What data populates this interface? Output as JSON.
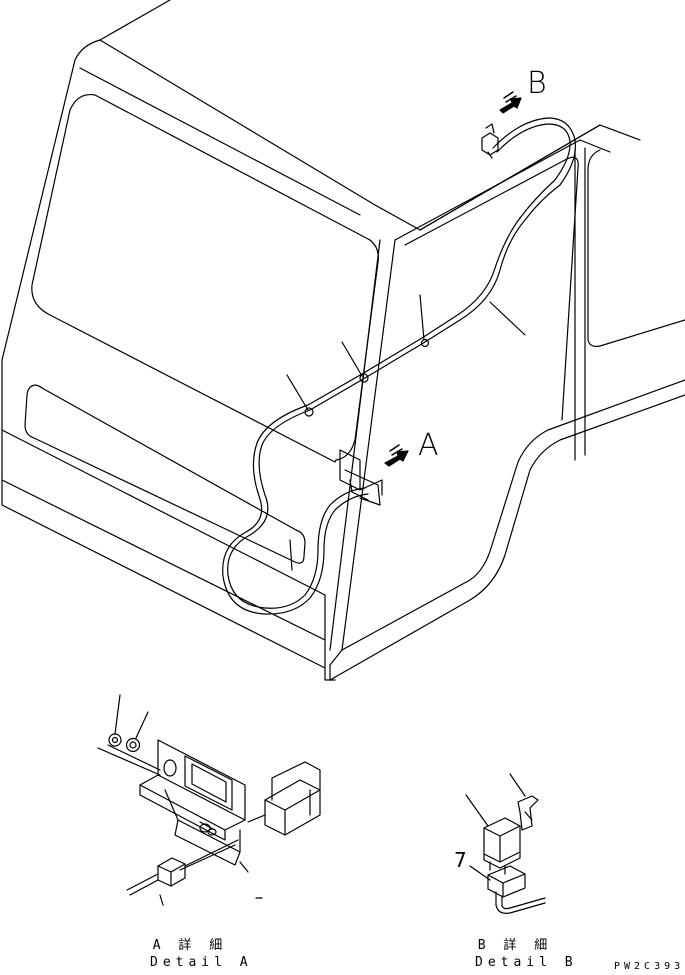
{
  "callouts": {
    "view_a": "A",
    "view_b": "B",
    "part_7": "7"
  },
  "detail_a": {
    "line1": "A 詳 細",
    "line2": "Detail A"
  },
  "detail_b": {
    "line1": "B 詳 細",
    "line2": "Detail B"
  },
  "drawing_code": "PW2C393",
  "colors": {
    "ink": "#000000",
    "paper": "#ffffff"
  }
}
